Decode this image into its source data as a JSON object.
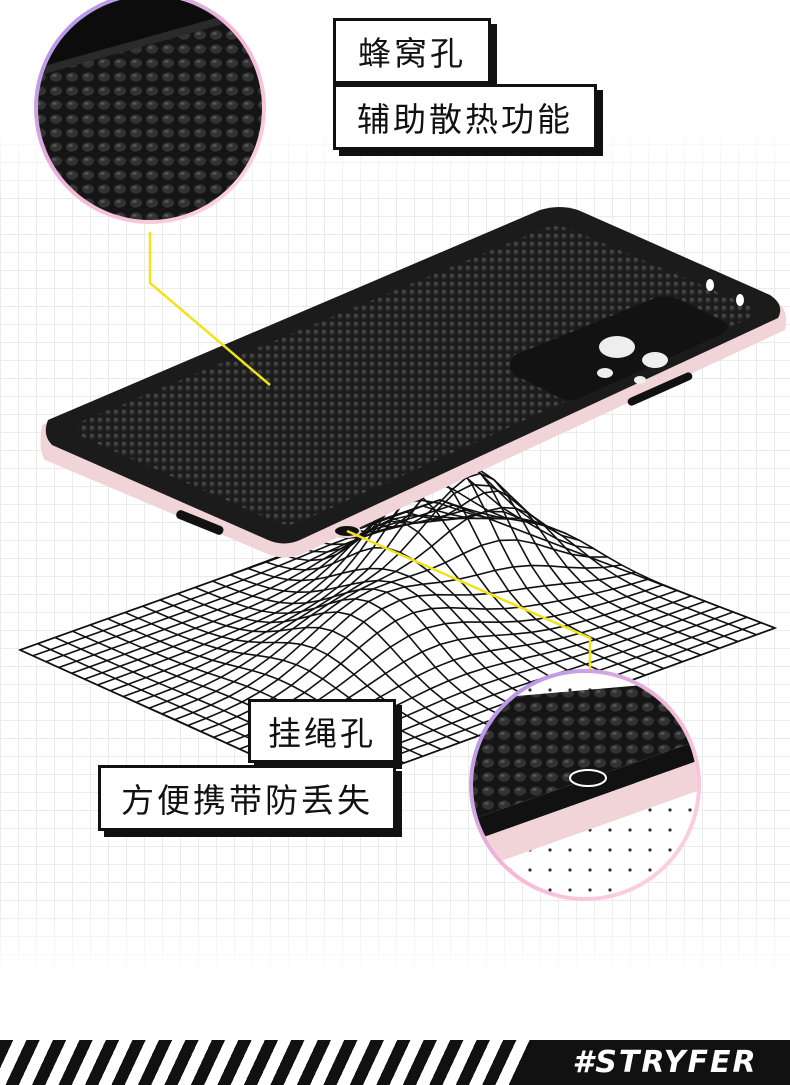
{
  "callouts": {
    "honeycomb_title": "蜂窝孔",
    "honeycomb_desc": "辅助散热功能",
    "lanyard_title": "挂绳孔",
    "lanyard_desc": "方便携带防丢失"
  },
  "footer": {
    "brand": "#STRYFER"
  },
  "colors": {
    "accent_line": "#f2e21a",
    "case_black": "#1b1b1b",
    "case_pink": "#f1d4d8",
    "ring_gradient": [
      "#9e8cf0",
      "#f4b6d6",
      "#ffd9e6"
    ]
  }
}
